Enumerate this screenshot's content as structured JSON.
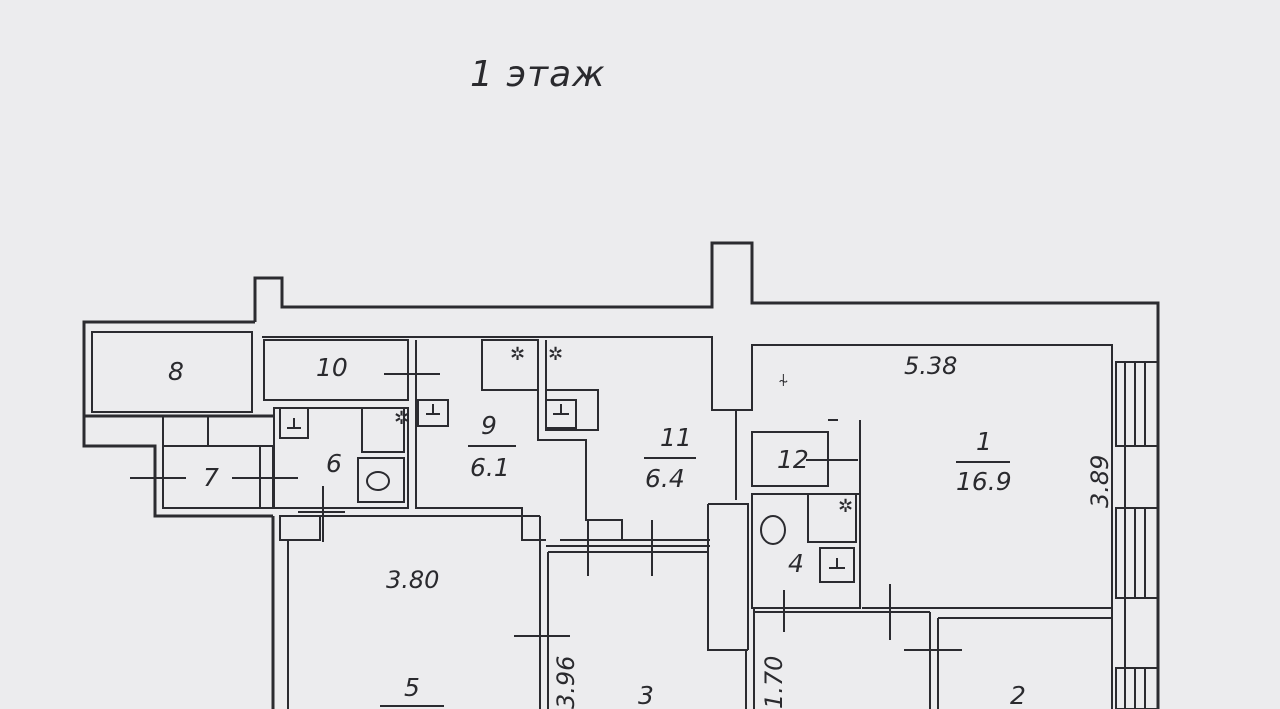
{
  "plan": {
    "floor_title": "1 этаж",
    "rooms": [
      {
        "id": "r1",
        "number": "1",
        "area": "16.9"
      },
      {
        "id": "r2",
        "number": "2",
        "area": ""
      },
      {
        "id": "r3",
        "number": "3",
        "area": ""
      },
      {
        "id": "r4",
        "number": "4",
        "area": ""
      },
      {
        "id": "r5",
        "number": "5",
        "area": ""
      },
      {
        "id": "r6",
        "number": "6",
        "area": ""
      },
      {
        "id": "r7",
        "number": "7",
        "area": ""
      },
      {
        "id": "r8",
        "number": "8",
        "area": ""
      },
      {
        "id": "r9",
        "number": "9",
        "area": "6.1"
      },
      {
        "id": "r10",
        "number": "10",
        "area": ""
      },
      {
        "id": "r11",
        "number": "11",
        "area": "6.4"
      },
      {
        "id": "r12",
        "number": "12",
        "area": ""
      }
    ],
    "dimensions": {
      "room1_width": "5.38",
      "room1_depth": "3.89",
      "room5_width": "3.80",
      "room3_depth": "3.96",
      "room4_depth": "1.70"
    }
  }
}
